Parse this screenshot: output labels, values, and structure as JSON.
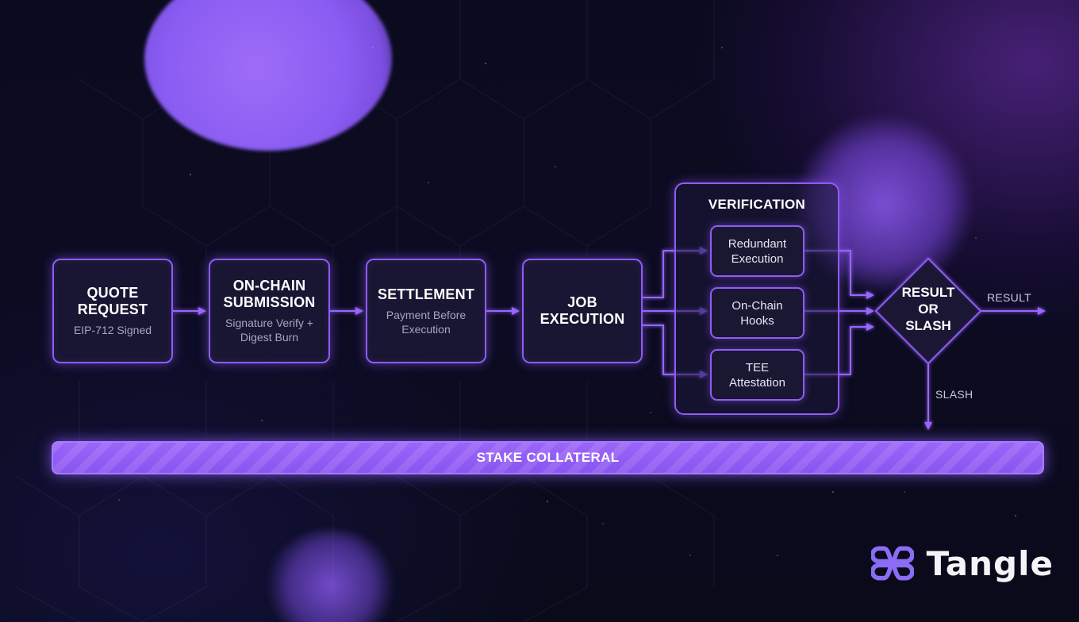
{
  "stages": [
    {
      "title": "QUOTE\nREQUEST",
      "title_l1": "QUOTE",
      "title_l2": "REQUEST",
      "sub_l1": "EIP-712 Signed",
      "sub_l2": ""
    },
    {
      "title_l1": "ON-CHAIN",
      "title_l2": "SUBMISSION",
      "sub_l1": "Signature Verify +",
      "sub_l2": "Digest Burn"
    },
    {
      "title_l1": "SETTLEMENT",
      "title_l2": "",
      "sub_l1": "Payment Before",
      "sub_l2": "Execution"
    },
    {
      "title_l1": "JOB",
      "title_l2": "EXECUTION",
      "sub_l1": "",
      "sub_l2": ""
    }
  ],
  "verification": {
    "title": "VERIFICATION",
    "items": [
      {
        "l1": "Redundant",
        "l2": "Execution"
      },
      {
        "l1": "On-Chain",
        "l2": "Hooks"
      },
      {
        "l1": "TEE",
        "l2": "Attestation"
      }
    ]
  },
  "decision": {
    "l1": "RESULT",
    "l2": "OR",
    "l3": "SLASH"
  },
  "outputs": {
    "result": "RESULT",
    "slash": "SLASH"
  },
  "stake": "STAKE COLLATERAL",
  "logo": {
    "name": "Tangle",
    "icon": "tangle-logo-icon"
  },
  "colors": {
    "accent": "#8f5cf6",
    "bar": "#9b65f9",
    "background": "#0a0a1c"
  }
}
